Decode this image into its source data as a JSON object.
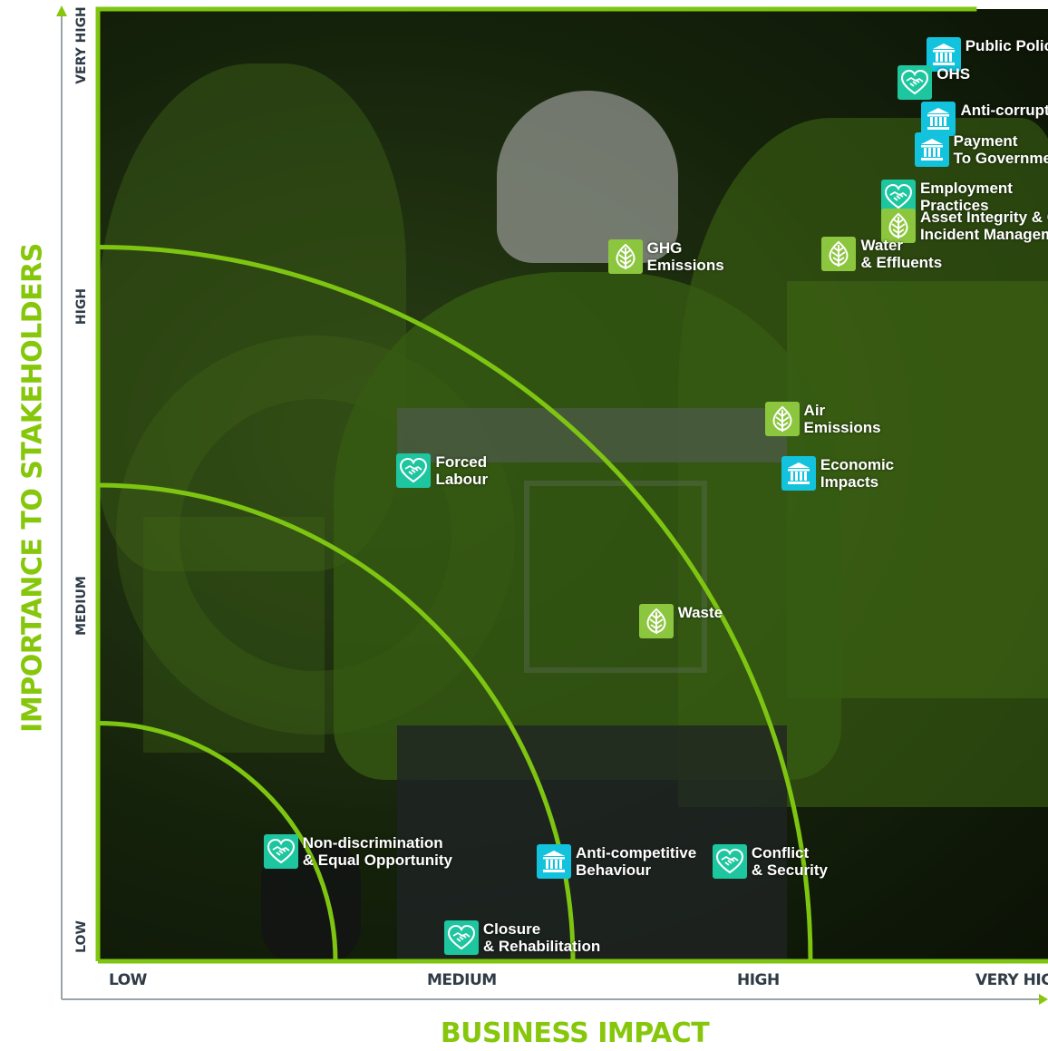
{
  "chart_data": {
    "type": "scatter",
    "title": "",
    "xlabel": "BUSINESS IMPACT",
    "ylabel": "IMPORTANCE TO STAKEHOLDERS",
    "x_ticks": [
      "LOW",
      "MEDIUM",
      "HIGH",
      "VERY HIGH"
    ],
    "y_ticks": [
      "LOW",
      "MEDIUM",
      "HIGH",
      "VERY HIGH"
    ],
    "xlim": [
      0,
      4
    ],
    "ylim": [
      0,
      4
    ],
    "threshold_arcs": [
      1,
      2,
      3
    ],
    "categories": {
      "governance": {
        "icon": "building-icon",
        "color": "#13c3dd"
      },
      "social": {
        "icon": "handshake-heart-icon",
        "color": "#1ec6a0"
      },
      "environment": {
        "icon": "leaf-icon",
        "color": "#8cc63f"
      }
    },
    "points": [
      {
        "label": "Public Policy",
        "category": "governance",
        "x": 3.56,
        "y": 3.81
      },
      {
        "label": "OHS",
        "category": "social",
        "x": 3.44,
        "y": 3.69
      },
      {
        "label": "Anti-corruption",
        "category": "governance",
        "x": 3.54,
        "y": 3.54
      },
      {
        "label": "Payment\nTo Governments",
        "category": "governance",
        "x": 3.51,
        "y": 3.41
      },
      {
        "label": "Employment\nPractices",
        "category": "social",
        "x": 3.37,
        "y": 3.21
      },
      {
        "label": "GHG\nEmissions",
        "category": "environment",
        "x": 2.22,
        "y": 2.96
      },
      {
        "label": "Asset Integrity & Critical\nIncident Management",
        "category": "environment",
        "x": 3.37,
        "y": 3.09
      },
      {
        "label": "Water\n& Effluents",
        "category": "environment",
        "x": 3.12,
        "y": 2.97
      },
      {
        "label": "Air\nEmissions",
        "category": "environment",
        "x": 2.88,
        "y": 2.28
      },
      {
        "label": "Forced\nLabour",
        "category": "social",
        "x": 1.33,
        "y": 2.06
      },
      {
        "label": "Economic\nImpacts",
        "category": "governance",
        "x": 2.95,
        "y": 2.05
      },
      {
        "label": "Waste",
        "category": "environment",
        "x": 2.35,
        "y": 1.43
      },
      {
        "label": "Non-discrimination\n& Equal Opportunity",
        "category": "social",
        "x": 0.77,
        "y": 0.46
      },
      {
        "label": "Anti-competitive\nBehaviour",
        "category": "governance",
        "x": 1.92,
        "y": 0.42
      },
      {
        "label": "Conflict\n& Security",
        "category": "social",
        "x": 2.66,
        "y": 0.42
      },
      {
        "label": "Closure\n& Rehabilitation",
        "category": "social",
        "x": 1.53,
        "y": 0.1
      }
    ]
  },
  "colors": {
    "accent_green": "#86c70b",
    "arc_green": "#7ec512",
    "axis_text": "#2f3b46"
  }
}
